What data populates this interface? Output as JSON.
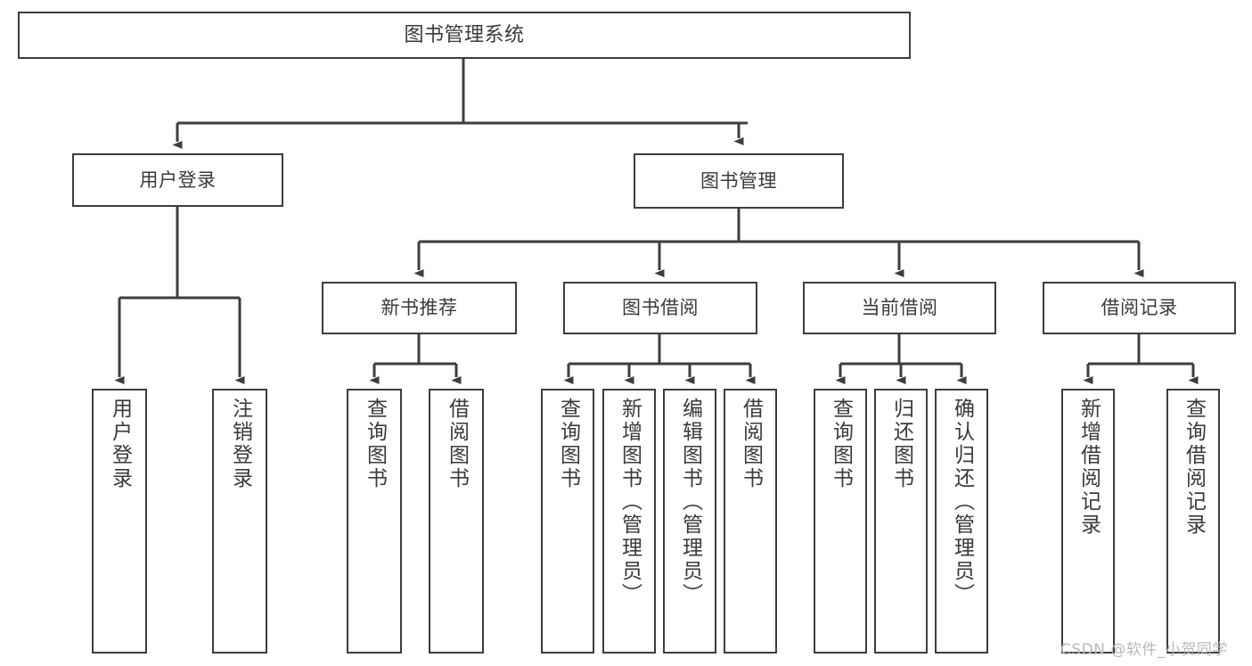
{
  "diagram": {
    "title": "图书管理系统",
    "type": "hierarchy-tree",
    "colors": {
      "node_border": "#3d3d3d",
      "node_fill": "#ffffff",
      "edge": "#3d3d3d",
      "text": "#3a3a3a",
      "watermark": "#b9b9b9",
      "background": "#ffffff"
    },
    "root": {
      "label": "图书管理系统"
    },
    "level2": [
      {
        "label": "用户登录"
      },
      {
        "label": "图书管理"
      }
    ],
    "level3": [
      {
        "label": "新书推荐"
      },
      {
        "label": "图书借阅"
      },
      {
        "label": "当前借阅"
      },
      {
        "label": "借阅记录"
      }
    ],
    "leaves_user_login": [
      {
        "label": "用户登录"
      },
      {
        "label": "注销登录"
      }
    ],
    "leaves_new_books": [
      {
        "label": "查询图书"
      },
      {
        "label": "借阅图书"
      }
    ],
    "leaves_book_borrow": [
      {
        "label": "查询图书"
      },
      {
        "label": "新增图书（管理员）"
      },
      {
        "label": "编辑图书（管理员）"
      },
      {
        "label": "借阅图书"
      }
    ],
    "leaves_current_borrow": [
      {
        "label": "查询图书"
      },
      {
        "label": "归还图书"
      },
      {
        "label": "确认归还（管理员）"
      }
    ],
    "leaves_borrow_records": [
      {
        "label": "新增借阅记录"
      },
      {
        "label": "查询借阅记录"
      }
    ],
    "watermark": "CSDN @软件_小贺同学"
  }
}
